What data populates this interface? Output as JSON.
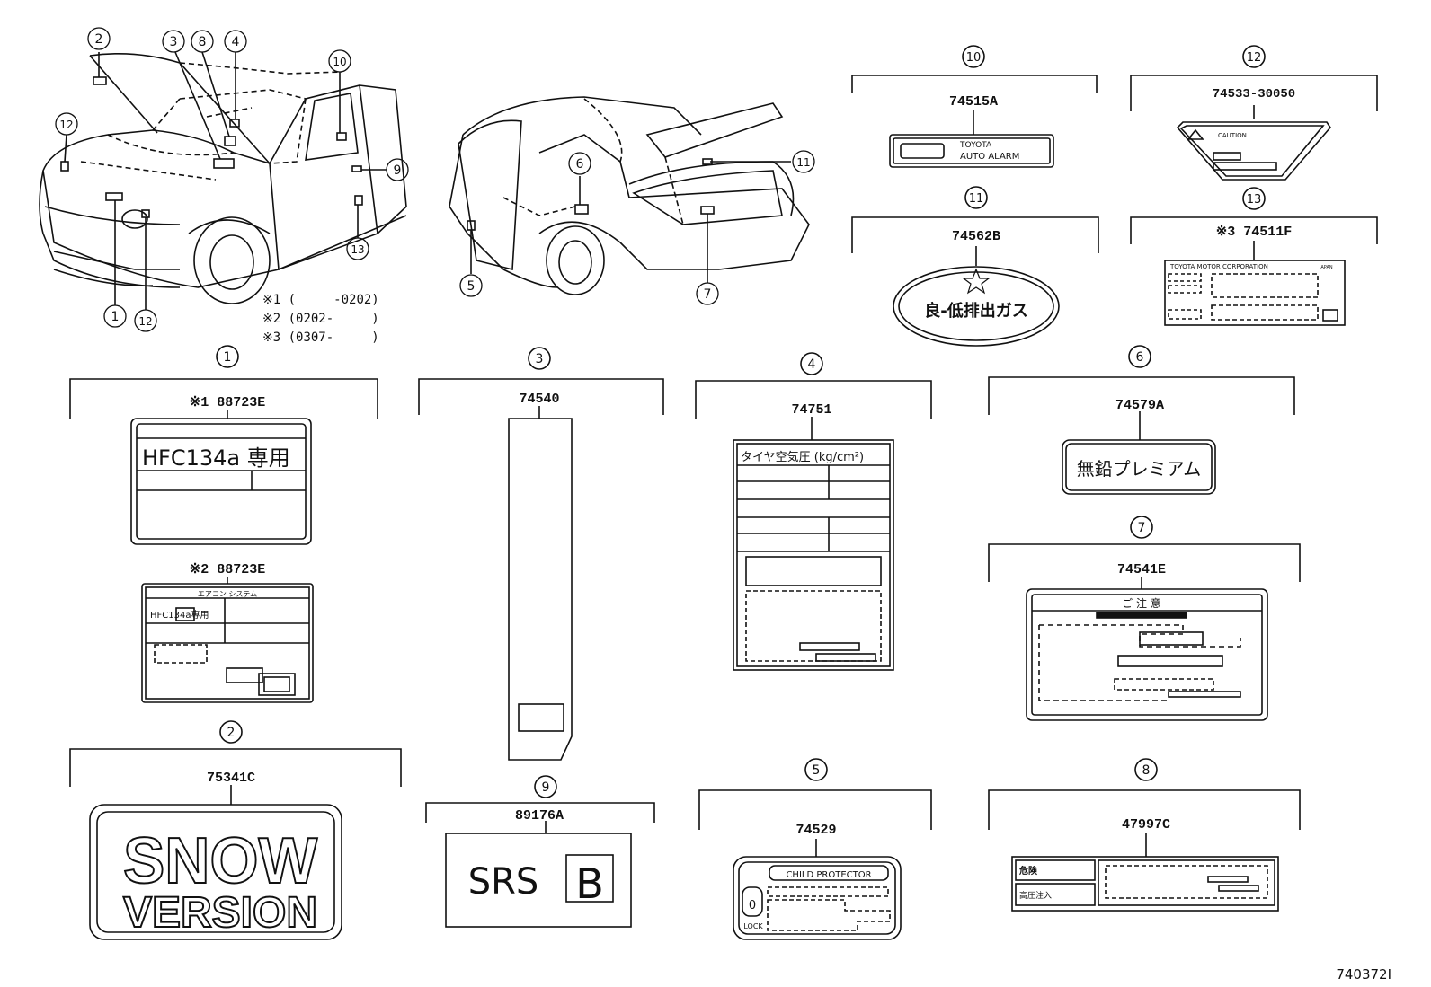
{
  "legend": {
    "n1": "※1 (     -0202)",
    "n2": "※2 (0202-     )",
    "n3": "※3 (0307-     )"
  },
  "callouts": [
    "1",
    "2",
    "3",
    "4",
    "5",
    "6",
    "7",
    "8",
    "9",
    "10",
    "11",
    "12",
    "13"
  ],
  "parts": {
    "p10": "74515A",
    "p12": "74533-30050",
    "p11": "74562B",
    "p13": "※3 74511F",
    "p1a": "※1 88723E",
    "p1b": "※2 88723E",
    "p3": "74540",
    "p4": "74751",
    "p6": "74579A",
    "p7": "74541E",
    "p2": "75341C",
    "p9": "89176A",
    "p5": "74529",
    "p8": "47997C"
  },
  "labels": {
    "toyota": "TOYOTA",
    "auto_alarm": "AUTO ALARM",
    "caution": "CAUTION",
    "low_emission": "良-低排出ガス",
    "toyota_corp": "TOYOTA MOTOR CORPORATION",
    "japan": "JAPAN",
    "hfc": "HFC134a 専用",
    "hfc_small": "HFC134a専用",
    "aircon": "エアコン システム",
    "tire": "タイヤ空気圧 (kg/cm²)",
    "unleaded": "無鉛プレミアム",
    "notice": "ご 注 意",
    "snow": "SNOW",
    "version": "VERSION",
    "srs": "SRS",
    "srs_b": "B",
    "child": "CHILD PROTECTOR",
    "lock": "LOCK",
    "danger": "危険",
    "caution_jp": "高圧注入"
  },
  "figure_id": "740372I"
}
